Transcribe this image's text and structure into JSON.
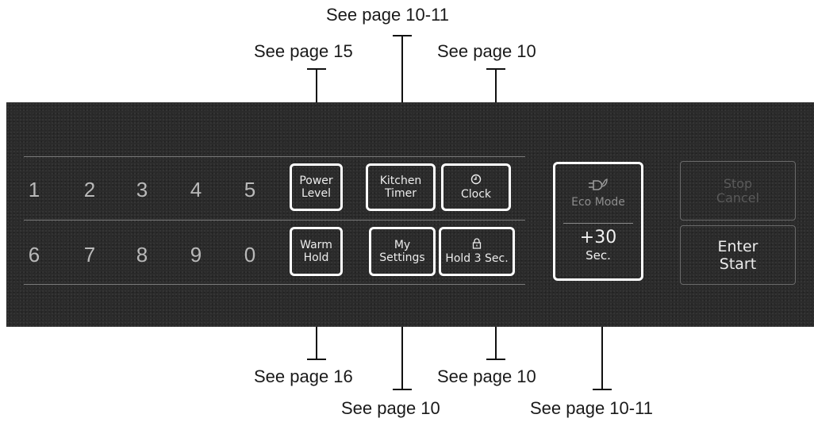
{
  "callouts": {
    "top_center": "See page 10-11",
    "top_left": "See page 15",
    "top_right": "See page 10",
    "bottom_left": "See page 16",
    "bottom_center_right": "See page 10",
    "bottom_center": "See page 10",
    "bottom_right": "See page 10-11"
  },
  "keypad": {
    "row1": [
      "1",
      "2",
      "3",
      "4",
      "5"
    ],
    "row2": [
      "6",
      "7",
      "8",
      "9",
      "0"
    ]
  },
  "buttons": {
    "power_level": [
      "Power",
      "Level"
    ],
    "kitchen_timer": [
      "Kitchen",
      "Timer"
    ],
    "clock": "Clock",
    "clock_icon": "clock-icon",
    "warm_hold": [
      "Warm",
      "Hold"
    ],
    "my_settings": [
      "My",
      "Settings"
    ],
    "hold_3_sec": "Hold 3 Sec.",
    "lock_icon": "lock-icon",
    "eco_mode": "Eco Mode",
    "eco_icon": "eco-plug-icon",
    "plus30": "+30",
    "plus30_sec": "Sec.",
    "stop_cancel": [
      "Stop",
      "Cancel"
    ],
    "enter_start": [
      "Enter",
      "Start"
    ]
  },
  "colors": {
    "panel": "#2b2b2b",
    "highlight_border": "#ffffff",
    "callout_text": "#1a1a1a"
  }
}
